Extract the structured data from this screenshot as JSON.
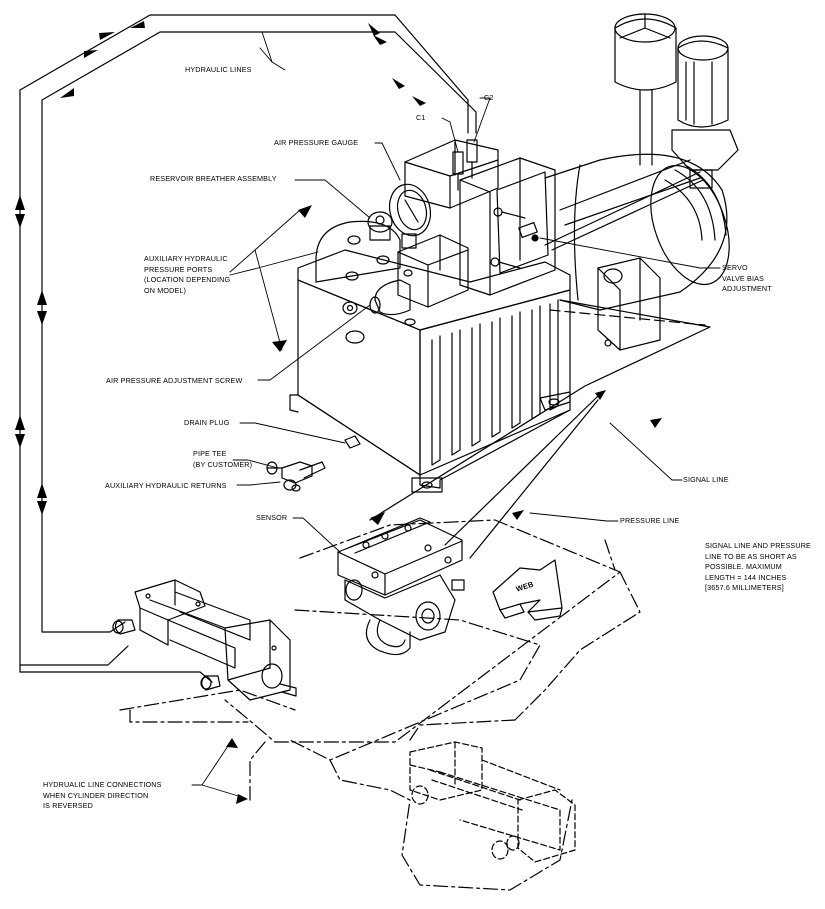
{
  "labels": {
    "hydraulic_lines": "HYDRAULIC LINES",
    "c1": "C1",
    "c2": "C2",
    "air_pressure_gauge": "AIR PRESSURE GAUGE",
    "reservoir_breather": "RESERVOIR BREATHER ASSEMBLY",
    "aux_ports": [
      "AUXILIARY HYDRAULIC",
      "PRESSURE PORTS",
      "(LOCATION DEPENDING",
      "ON MODEL)"
    ],
    "servo_bias": [
      "SERVO",
      "VALVE BIAS",
      "ADJUSTMENT"
    ],
    "air_adjust_screw": "AIR PRESSURE ADJUSTMENT SCREW",
    "drain_plug": "DRAIN PLUG",
    "pipe_tee": [
      "PIPE TEE",
      "(BY CUSTOMER)"
    ],
    "aux_returns": "AUXILIARY HYDRAULIC RETURNS",
    "signal_line": "SIGNAL LINE",
    "sensor": "SENSOR",
    "pressure_line": "PRESSURE LINE",
    "note": [
      "SIGNAL LINE AND PRESSURE",
      "LINE TO BE AS SHORT AS",
      "POSSIBLE.  MAXIMUM",
      "LENGTH = 144 INCHES",
      "[3657.6 MILLIMETERS]"
    ],
    "web": "WEB",
    "hyd_connections": [
      "HYDRUALIC LINE CONNECTIONS",
      "WHEN CYLINDER DIRECTION",
      "IS REVERSED"
    ]
  }
}
